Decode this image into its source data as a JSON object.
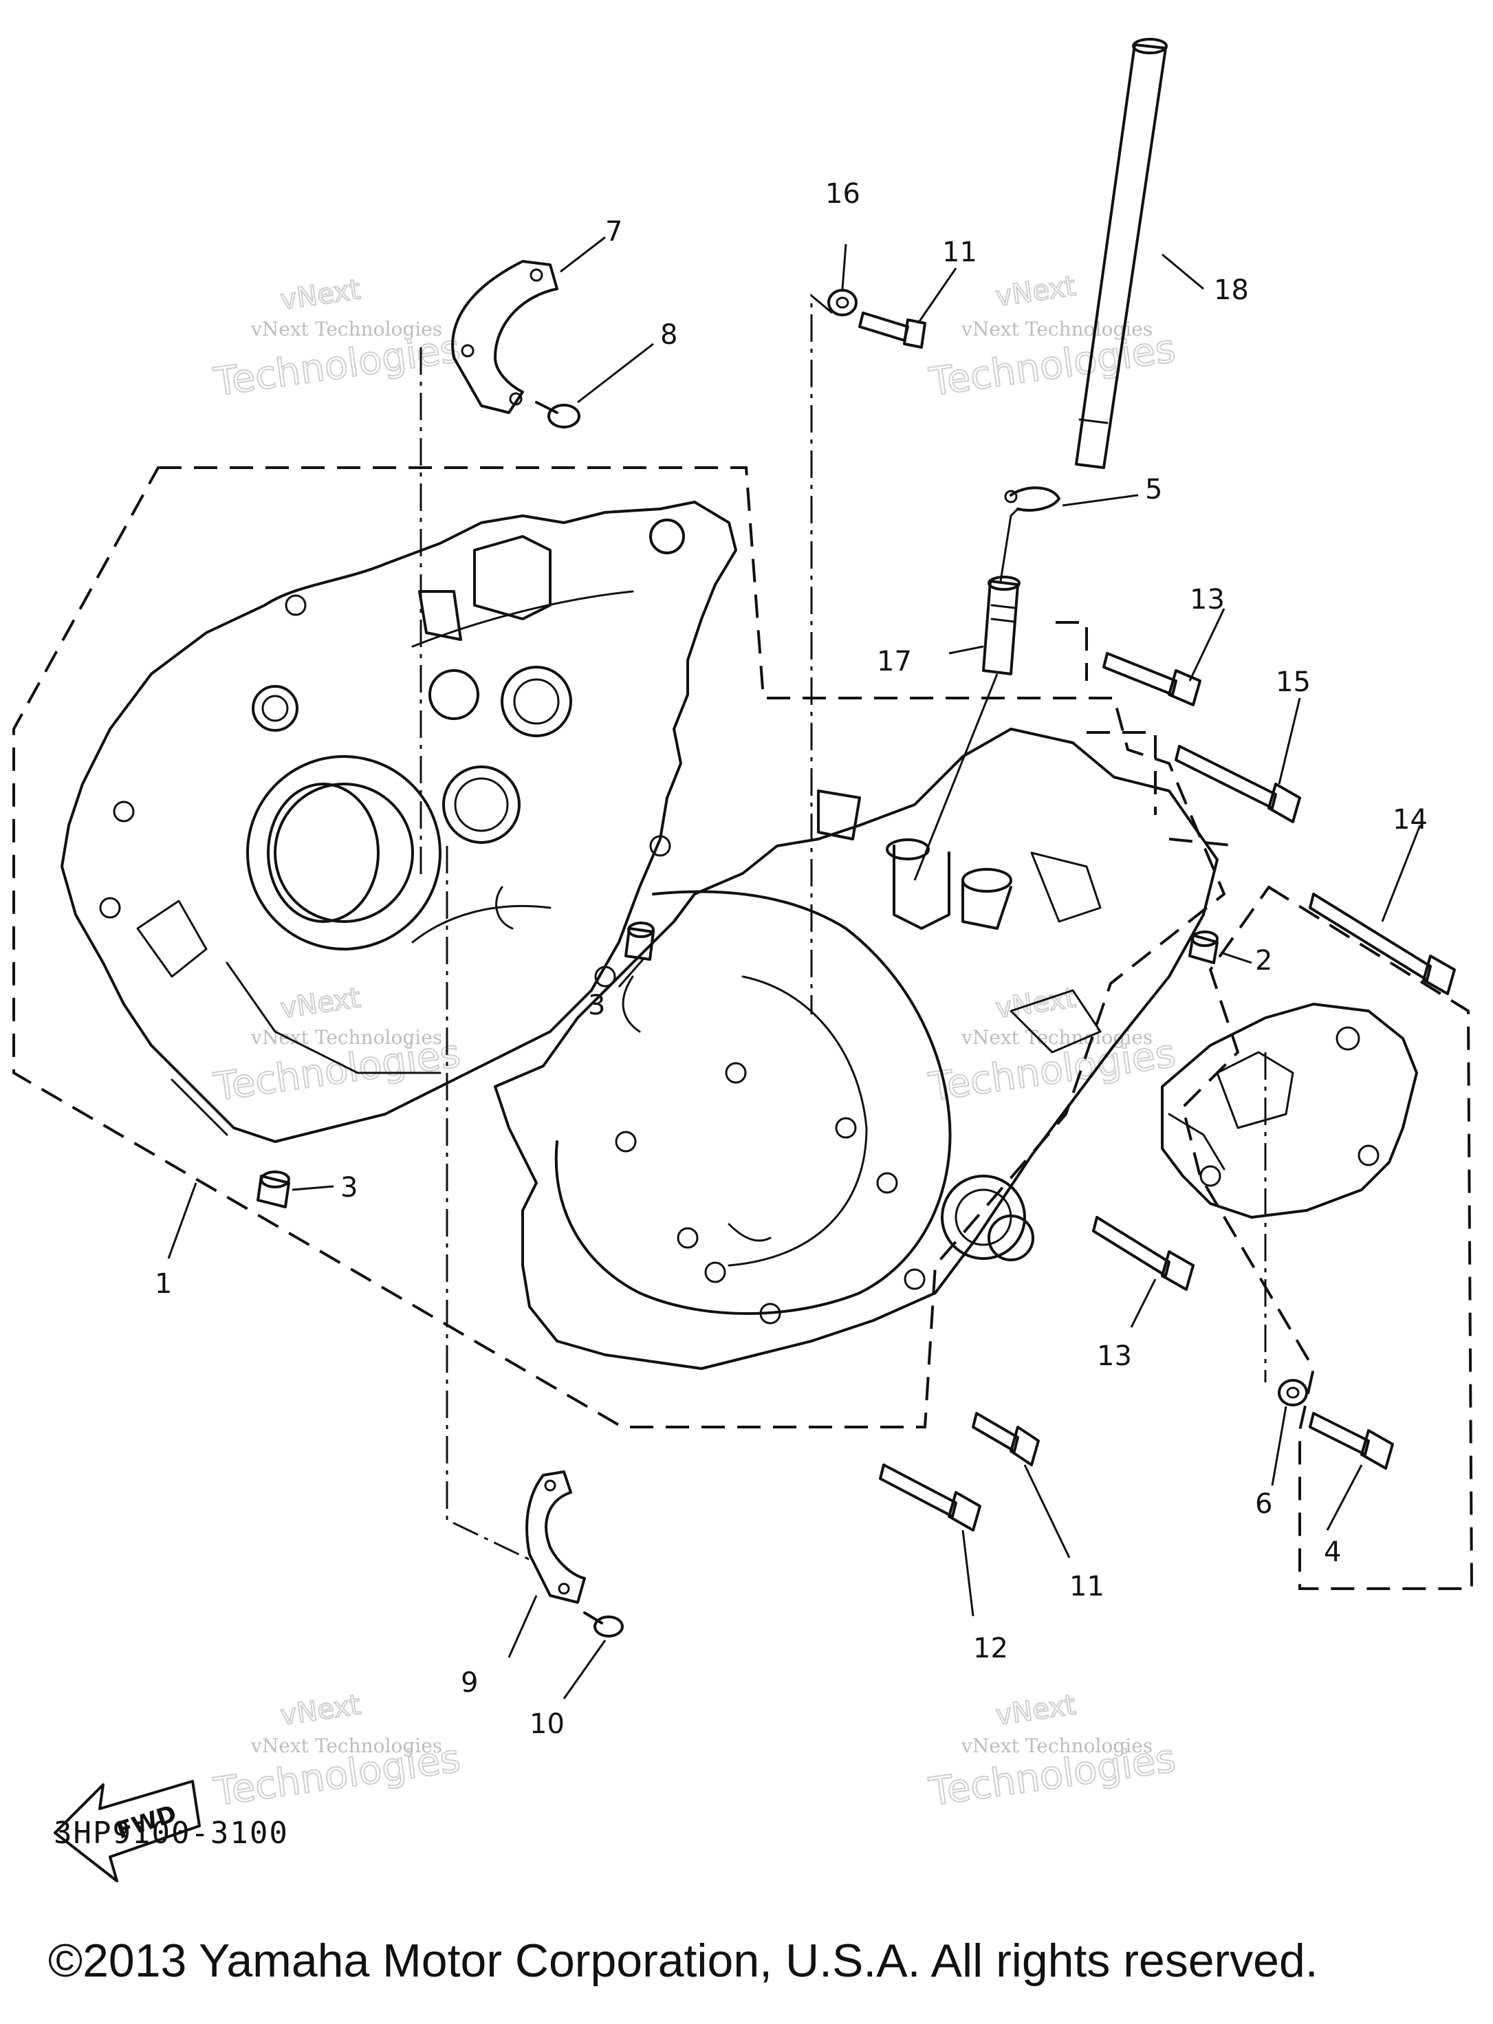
{
  "diagram": {
    "code": "3HP9100-3100",
    "copyright": "©2013 Yamaha Motor Corporation, U.S.A. All rights reserved.",
    "fwd_label": "FWD",
    "callouts": [
      "1",
      "2",
      "3",
      "3",
      "4",
      "5",
      "6",
      "7",
      "8",
      "9",
      "10",
      "11",
      "11",
      "12",
      "13",
      "13",
      "14",
      "15",
      "16",
      "17",
      "18"
    ]
  },
  "watermark": {
    "line1": "vNext Technologies",
    "line2": "Technologies",
    "line3": "vNext"
  }
}
